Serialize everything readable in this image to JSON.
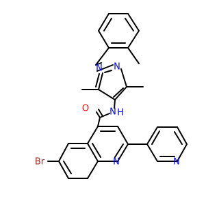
{
  "molecule": {
    "atom_labels": {
      "bromine": "Br",
      "amide_oxygen": "O",
      "amide_nitrogen": "N",
      "amide_hydrogen": "H",
      "pyrazole_n1": "N",
      "pyrazole_n2": "N",
      "quinoline_nitrogen": "N",
      "pyridine_nitrogen": "N"
    },
    "colors": {
      "bond": "#000000",
      "nitrogen": "#0000ff",
      "oxygen": "#ff0000",
      "bromine": "#a52a2a"
    }
  }
}
